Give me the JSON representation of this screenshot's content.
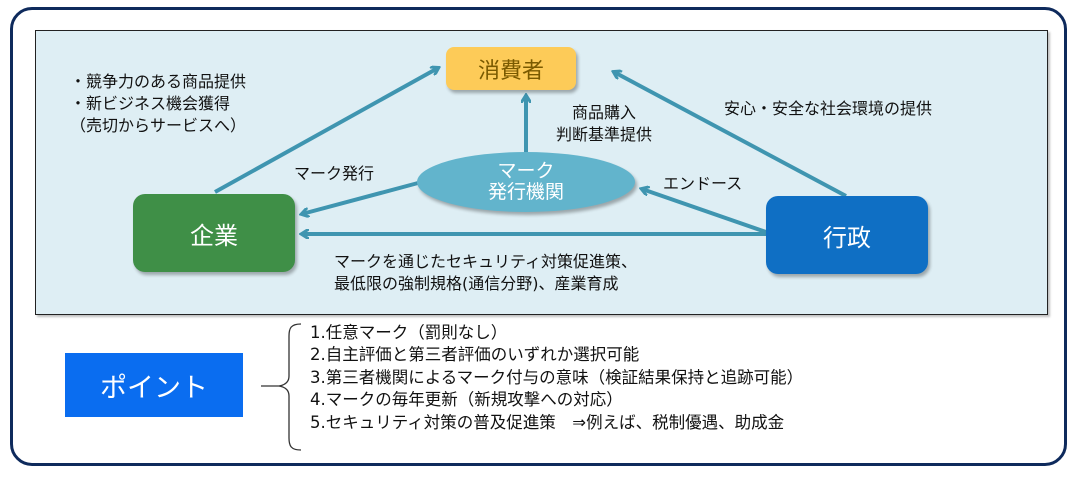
{
  "diagram": {
    "nodes": {
      "consumer": "消費者",
      "company": "企業",
      "government": "行政",
      "issuer_line1": "マーク",
      "issuer_line2": "発行機関"
    },
    "labels": {
      "benefits": [
        "・競争力のある商品提供",
        "・新ビジネス機会獲得",
        "（売切からサービスへ）"
      ],
      "purchase": [
        "商品購入",
        "判断基準提供"
      ],
      "safety": "安心・安全な社会環境の提供",
      "mark_issue": "マーク発行",
      "endorse": "エンドース",
      "policy": [
        "マークを通じたセキュリティ対策促進策、",
        "最低限の強制規格(通信分野)、産業育成"
      ]
    },
    "colors": {
      "arrow": "#3f95b0",
      "consumer": "#fdcb58",
      "company": "#3f8f47",
      "government": "#0f6fc4",
      "issuer": "#62b4cc",
      "point": "#0a6df0"
    }
  },
  "points": {
    "title": "ポイント",
    "items": [
      "1.任意マーク（罰則なし）",
      "2.自主評価と第三者評価のいずれか選択可能",
      "3.第三者機関によるマーク付与の意味（検証結果保持と追跡可能）",
      "4.マークの毎年更新（新規攻撃への対応）",
      "5.セキュリティ対策の普及促進策　⇒例えば、税制優遇、助成金"
    ]
  }
}
